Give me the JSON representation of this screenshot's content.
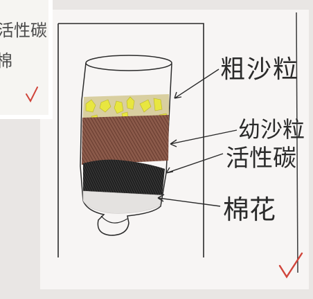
{
  "labels": {
    "coarse_sand": "粗沙粒",
    "fine_sand": "幼沙粒",
    "activated_carbon": "活性碳",
    "cotton": "棉花"
  },
  "inset_labels": {
    "line1": "活性碳",
    "line2": "棉"
  },
  "colors": {
    "paper": "#f7f5f4",
    "ink": "#2a2a2a",
    "check_red": "#d0443a",
    "yellow_gravel": "#e8e640",
    "brown_sand": "#7a4a3a",
    "charcoal": "#1e1e1e"
  }
}
